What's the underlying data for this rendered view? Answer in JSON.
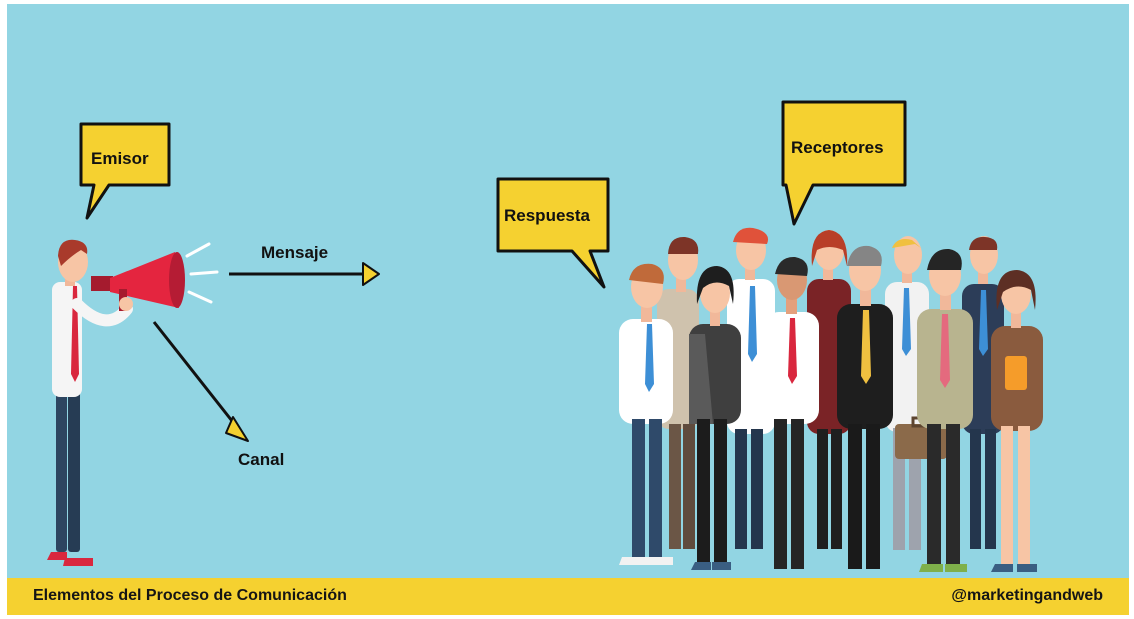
{
  "bubbles": {
    "emisor": "Emisor",
    "receptores": "Receptores",
    "respuesta": "Respuesta"
  },
  "labels": {
    "mensaje": "Mensaje",
    "canal": "Canal"
  },
  "footer": {
    "title": "Elementos del Proceso de Comunicación",
    "handle": "@marketingandweb"
  },
  "colors": {
    "background": "#92d5e3",
    "bubble": "#f5d130",
    "footer": "#f5d130",
    "megaphone": "#e4253f"
  },
  "icons": [
    "megaphone-icon",
    "speech-bubble-icon",
    "arrow-icon",
    "person-icon"
  ]
}
